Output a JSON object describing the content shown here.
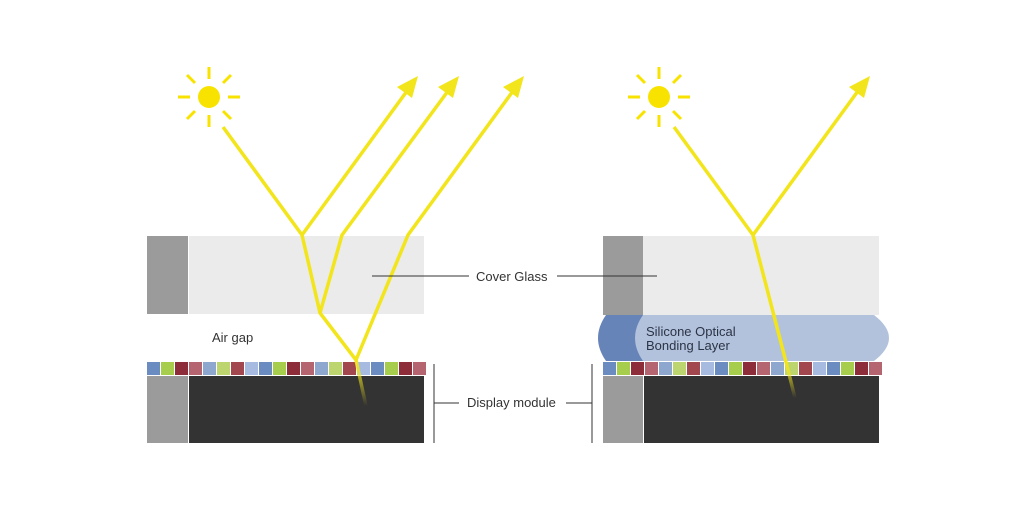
{
  "labels": {
    "cover_glass": "Cover Glass",
    "air_gap": "Air gap",
    "display_module": "Display module",
    "bonding_line1": "Silicone Optical",
    "bonding_line2": "Bonding Layer"
  },
  "colors": {
    "light_ray": "#f2e51c",
    "sun": "#f8e300",
    "cover_glass": "#ebebeb",
    "glass_edge": "#9b9b9b",
    "display_panel": "#333333",
    "bonding_layer": "#b3c2dc",
    "bonding_edge": "#6784b8",
    "leader_line": "#333333"
  },
  "pixel_colors": [
    "#6a8cc0",
    "#a7cd4c",
    "#8e2d3a",
    "#b5656f",
    "#8ea7cf",
    "#bcd56f",
    "#a3474f",
    "#a6bbdf"
  ],
  "icons": {
    "sun_left": "sun-icon",
    "sun_right": "sun-icon"
  }
}
